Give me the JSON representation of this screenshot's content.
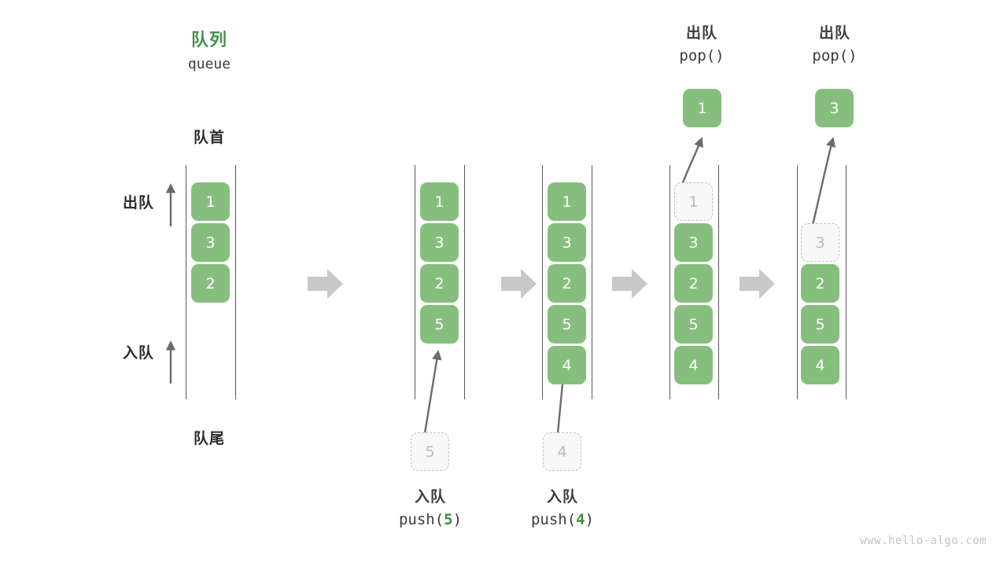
{
  "diagram": {
    "title_cn": "队列",
    "title_en": "queue",
    "front_label": "队首",
    "back_label": "队尾",
    "dequeue_label": "出队",
    "enqueue_label": "入队",
    "watermark": "www.hello-algo.com",
    "colors": {
      "accent_green": "#86bf7d",
      "title_green": "#43934a",
      "ghost_fill": "#f8f8f8",
      "ghost_border": "#c2c2c2",
      "rail": "#595959",
      "arrow_gray": "#c8c8c8",
      "thin_arrow": "#6b6b6b",
      "text": "#3c3c3c",
      "watermark": "#c4c4c4"
    }
  },
  "stages": [
    {
      "id": "initial",
      "header_cn": "队列",
      "header_en": "queue",
      "cells": [
        "1",
        "3",
        "2"
      ],
      "ghost": null,
      "popped": null,
      "caption_cn": null,
      "caption_en": null
    },
    {
      "id": "push-5",
      "header_cn": null,
      "header_en": null,
      "cells": [
        "1",
        "3",
        "2",
        "5"
      ],
      "ghost": {
        "value": "5",
        "position": "below-queue"
      },
      "popped": null,
      "caption_cn": "入队",
      "caption_en": "push(5)",
      "caption_arg": "5"
    },
    {
      "id": "push-4",
      "header_cn": null,
      "header_en": null,
      "cells": [
        "1",
        "3",
        "2",
        "5",
        "4"
      ],
      "ghost": {
        "value": "4",
        "position": "below-queue"
      },
      "popped": null,
      "caption_cn": "入队",
      "caption_en": "push(4)",
      "caption_arg": "4"
    },
    {
      "id": "pop-1",
      "header_cn": "出队",
      "header_en": "pop()",
      "cells": [
        "3",
        "2",
        "5",
        "4"
      ],
      "ghost": {
        "value": "1",
        "position": "queue-slot-0"
      },
      "popped": "1",
      "caption_cn": null,
      "caption_en": null
    },
    {
      "id": "pop-3",
      "header_cn": "出队",
      "header_en": "pop()",
      "cells": [
        "2",
        "5",
        "4"
      ],
      "ghost": {
        "value": "3",
        "position": "queue-slot-1"
      },
      "popped": "3",
      "caption_cn": null,
      "caption_en": null
    }
  ],
  "flow_arrows": 4
}
